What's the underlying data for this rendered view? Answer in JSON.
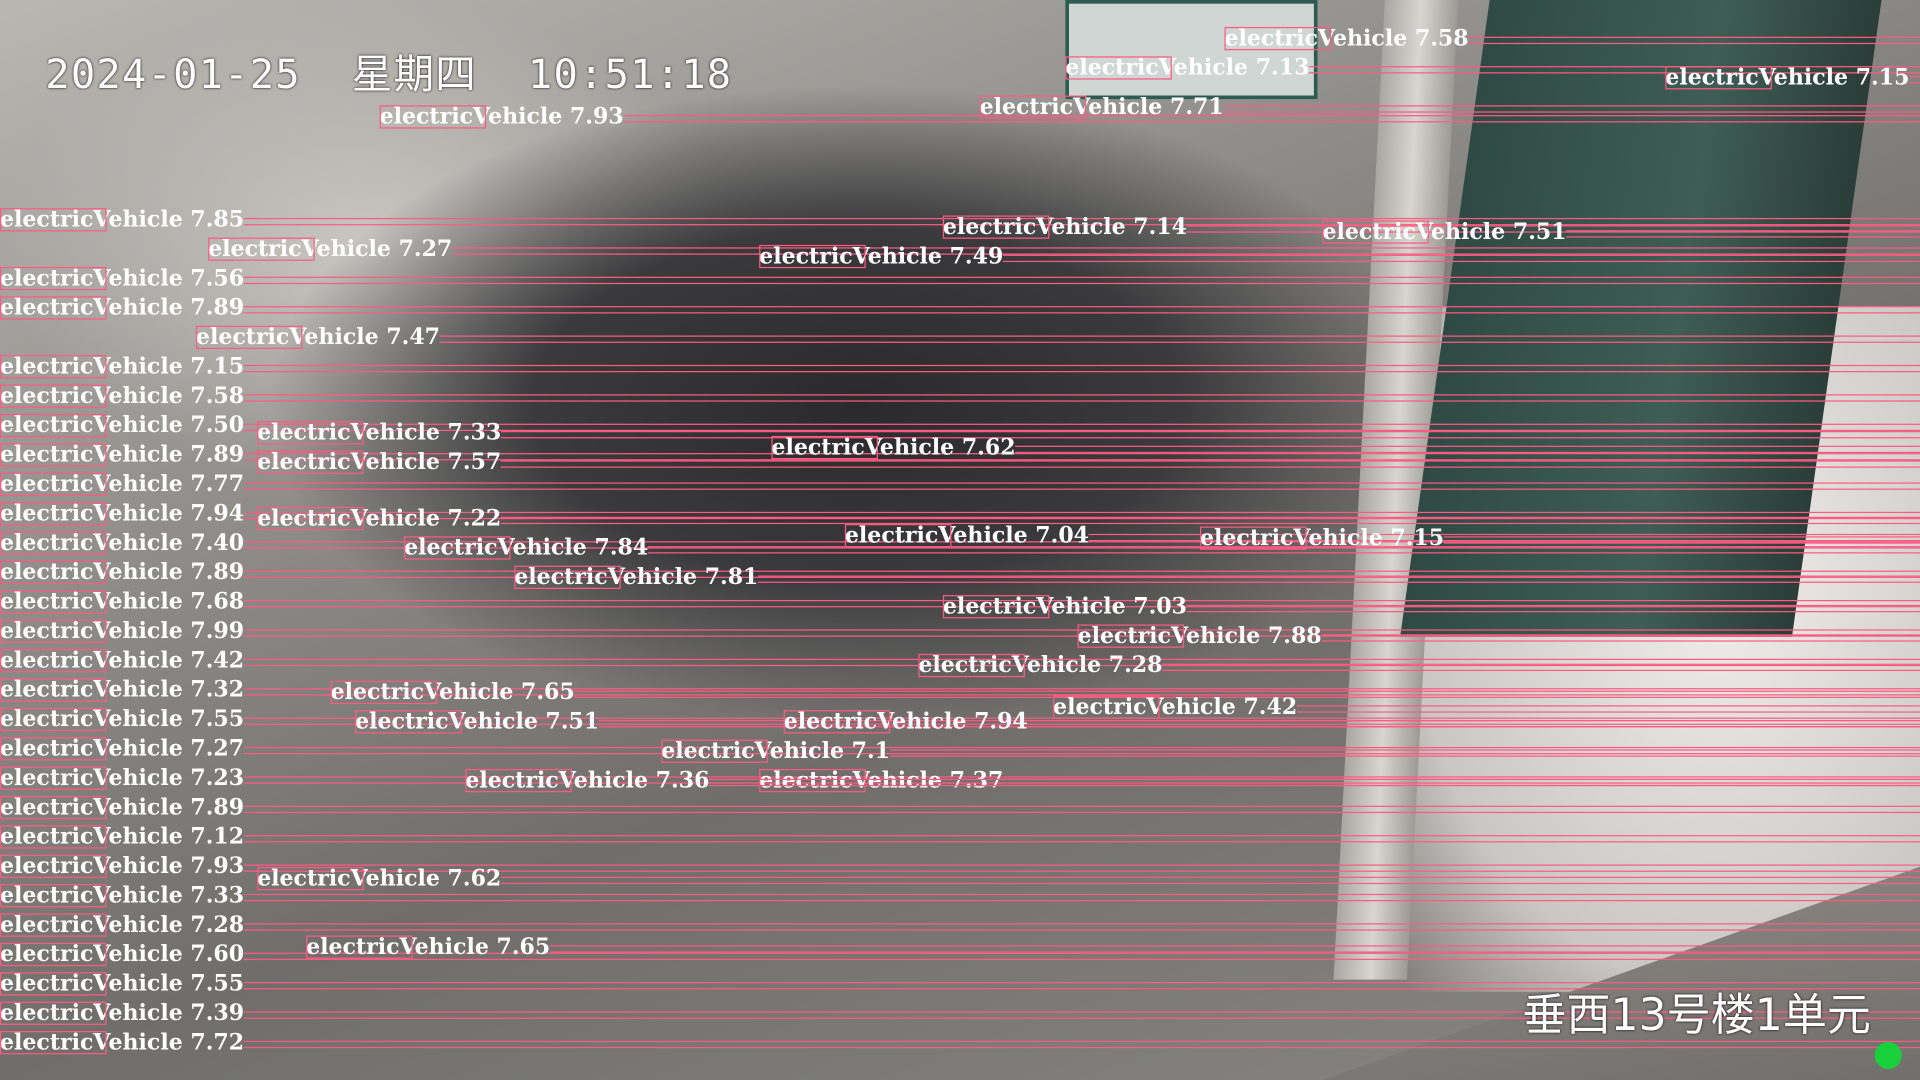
{
  "overlay": {
    "timestamp": "2024-01-25  星期四  10:51:18",
    "location": "垂西13号楼1单元"
  },
  "colors": {
    "box": "#ff5a82",
    "recording": "#19d13a"
  },
  "detections": [
    "electricVehicle 7.58",
    "electricVehicle 7.13",
    "electricVehicle 7.93",
    "electricVehicle 7.15",
    "electricVehicle 7.71",
    "electricVehicle 7.85",
    "electricVehicle 7.27",
    "electricVehicle 7.14",
    "electricVehicle 7.51",
    "electricVehicle 7.49",
    "electricVehicle 7.56",
    "electricVehicle 7.89",
    "electricVehicle 7.47",
    "electricVehicle 7.15",
    "electricVehicle 7.58",
    "electricVehicle 7.50",
    "electricVehicle 7.89",
    "electricVehicle 7.77",
    "electricVehicle 7.94",
    "electricVehicle 7.40",
    "electricVehicle 7.33",
    "electricVehicle 7.89",
    "electricVehicle 7.57",
    "electricVehicle 7.62",
    "electricVehicle 7.68",
    "electricVehicle 7.99",
    "electricVehicle 7.22",
    "electricVehicle 7.84",
    "electricVehicle 7.04",
    "electricVehicle 7.15",
    "electricVehicle 7.81",
    "electricVehicle 7.42",
    "electricVehicle 7.32",
    "electricVehicle 7.03",
    "electricVehicle 7.55",
    "electricVehicle 7.88",
    "electricVehicle 7.27",
    "electricVehicle 7.28",
    "electricVehicle 7.23",
    "electricVehicle 7.89",
    "electricVehicle 7.65",
    "electricVehicle 7.51",
    "electricVehicle 7.42",
    "electricVehicle 7.94",
    "electricVehicle 7.1",
    "electricVehicle 7.37",
    "electricVehicle 7.12",
    "electricVehicle 7.36",
    "electricVehicle 7.93",
    "electricVehicle 7.33",
    "electricVehicle 7.28",
    "electricVehicle 7.60",
    "electricVehicle 7.55",
    "electricVehicle 7.62",
    "electricVehicle 7.39",
    "electricVehicle 7.65",
    "electricVehicle 7.72"
  ]
}
